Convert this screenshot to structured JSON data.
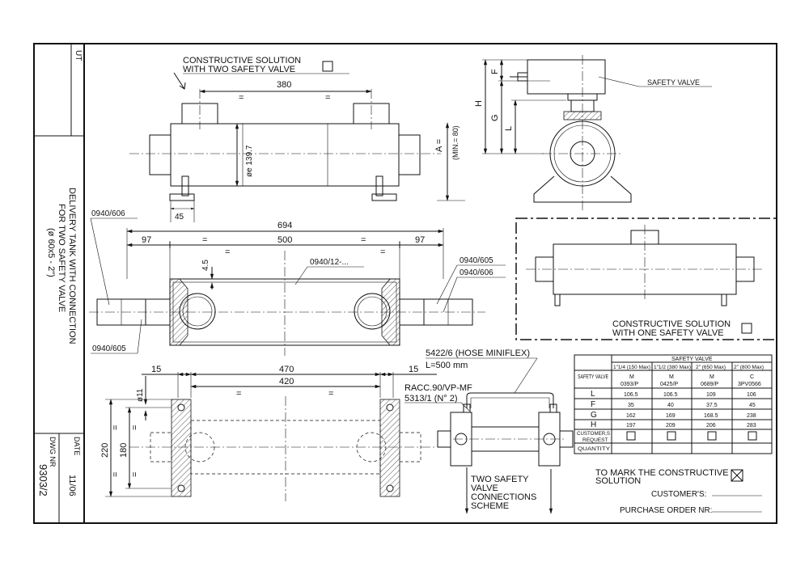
{
  "title_block": {
    "side_label": "UT",
    "title_lines": [
      "DELIVERY TANK WITH CONNECTION",
      "FOR TWO SAFETY VALVE",
      "(ø 60x5 - 2\")"
    ],
    "date_label": "DATE",
    "date_value": "11/06",
    "dwg_label": "DWG NR",
    "dwg_value": "9303/2"
  },
  "top_view": {
    "note_line1": "CONSTRUCTIVE SOLUTION",
    "note_line2": "WITH TWO SAFETY VALVE",
    "dim_380": "380",
    "eq": "=",
    "diameter": "øe 139.7",
    "dim_45": "45",
    "dim_a": "A =",
    "dim_a_min": "(MIN.= 80)"
  },
  "side_view": {
    "safety_valve_label": "SAFETY VALVE",
    "dim_f": "F",
    "dim_h": "H",
    "dim_g": "G",
    "dim_l": "L"
  },
  "section_view": {
    "dim_694": "694",
    "dim_97_left": "97",
    "dim_500": "500",
    "dim_97_right": "97",
    "dim_4_5": "4.5",
    "ref_0940_606_top": "0940/606",
    "ref_0940_12": "0940/12-...",
    "ref_0940_605_right": "0940/605",
    "ref_0940_606_right": "0940/606",
    "ref_0940_605_left": "0940/605"
  },
  "one_valve_view": {
    "note_line1": "CONSTRUCTIVE SOLUTION",
    "note_line2": "WITH ONE SAFETY VALVE"
  },
  "bottom_view": {
    "dim_15_left": "15",
    "dim_470": "470",
    "dim_15_right": "15",
    "dim_420": "420",
    "dim_phi11": "ø11",
    "dim_220": "220",
    "dim_180": "180",
    "eq": "="
  },
  "scheme": {
    "hose_line1": "5422/6 (HOSE MINIFLEX)",
    "hose_line2": "L=500 mm",
    "racc_line1": "RACC.90/VP-MF",
    "racc_line2": "5313/1 (N° 2)",
    "caption_lines": [
      "TWO SAFETY",
      "VALVE",
      "CONNECTIONS",
      "SCHEME"
    ]
  },
  "valve_table": {
    "group_header": "SAFETY VALVE",
    "columns": [
      "1\"1/4 (150 Max)",
      "1\"1/2 (380 Max)",
      "2\" (650 Max)",
      "2\" (800 Max)"
    ],
    "row_header_valve": "SAFETY VALVE",
    "valve_codes": [
      [
        "M",
        "0393/P"
      ],
      [
        "M",
        "0425/P"
      ],
      [
        "M",
        "0689/P"
      ],
      [
        "C",
        "3PV0566"
      ]
    ],
    "rows": [
      {
        "label": "L",
        "values": [
          "106.5",
          "106.5",
          "109",
          "106"
        ]
      },
      {
        "label": "F",
        "values": [
          "35",
          "40",
          "37.5",
          "45"
        ]
      },
      {
        "label": "G",
        "values": [
          "162",
          "169",
          "168.5",
          "238"
        ]
      },
      {
        "label": "H",
        "values": [
          "197",
          "209",
          "206",
          "283"
        ]
      }
    ],
    "request_label_1": "CUSTOMER,S",
    "request_label_2": "REQUEST",
    "quantity_label": "QUANTITY"
  },
  "footer": {
    "mark_line1": "TO MARK THE CONSTRUCTIVE",
    "mark_line2": "SOLUTION",
    "customer_label": "CUSTOMER'S:",
    "order_label": "PURCHASE ORDER NR:"
  }
}
